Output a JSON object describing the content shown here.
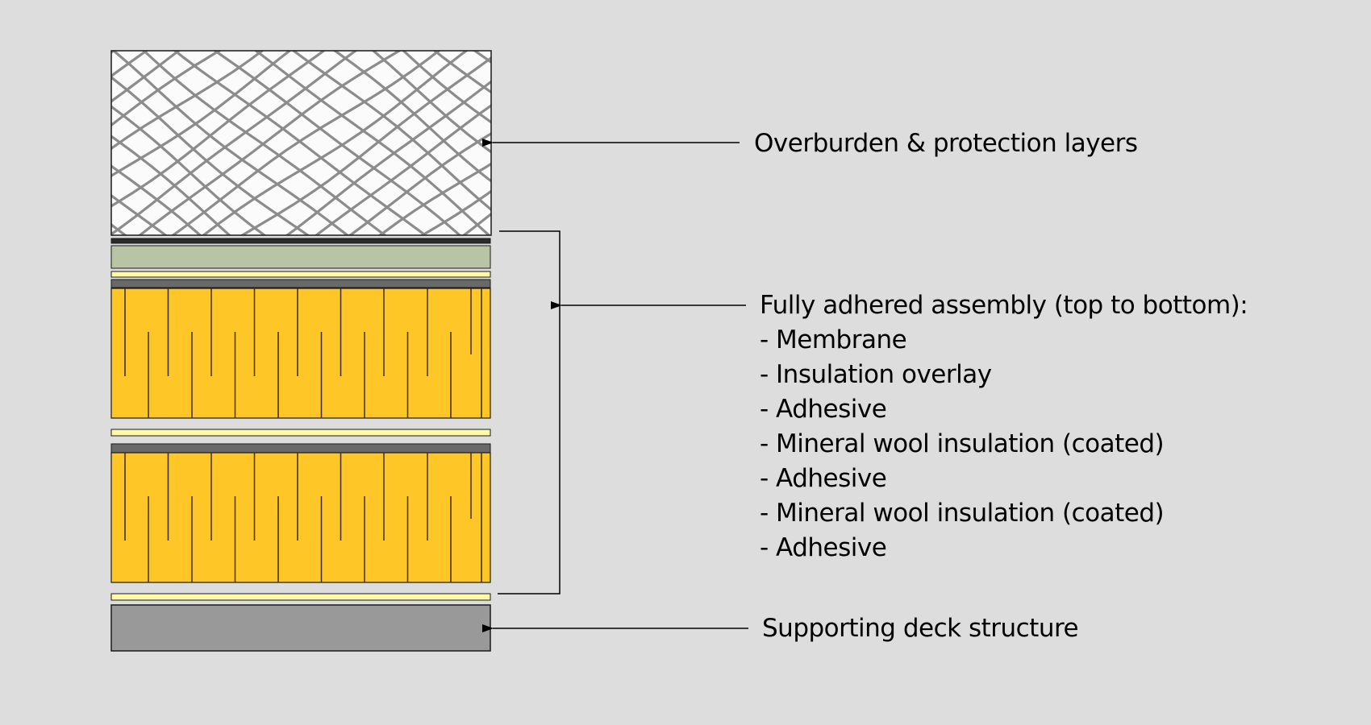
{
  "diagram": {
    "title": "Fully adhered roof assembly section",
    "colors": {
      "background": "#dddddd",
      "overburden_fill": "#fbfbfb",
      "overburden_mesh": "#8c8c8c",
      "membrane": "#2a2a2a",
      "insulation_overlay": "#b8c4a4",
      "adhesive": "#fffaaa",
      "coating": "#696969",
      "mineral_wool": "#ffc628",
      "mineral_wool_lines": "#4a3420",
      "deck": "#999999",
      "outline": "#1a1a1a"
    },
    "layers": [
      {
        "id": "overburden",
        "name": "Overburden & protection layers"
      },
      {
        "id": "membrane",
        "name": "Membrane"
      },
      {
        "id": "insulation-overlay",
        "name": "Insulation overlay"
      },
      {
        "id": "adhesive-1",
        "name": "Adhesive"
      },
      {
        "id": "mineral-wool-1",
        "name": "Mineral wool insulation (coated)"
      },
      {
        "id": "adhesive-2",
        "name": "Adhesive"
      },
      {
        "id": "mineral-wool-2",
        "name": "Mineral wool insulation (coated)"
      },
      {
        "id": "adhesive-3",
        "name": "Adhesive"
      },
      {
        "id": "deck",
        "name": "Supporting deck structure"
      }
    ],
    "labels": {
      "overburden": "Overburden & protection layers",
      "assembly_heading": "Fully adhered assembly (top to bottom):",
      "assembly_items": [
        "- Membrane",
        "- Insulation overlay",
        "- Adhesive",
        "- Mineral wool insulation (coated)",
        "- Adhesive",
        "- Mineral wool insulation (coated)",
        "- Adhesive"
      ],
      "deck": "Supporting deck structure"
    }
  }
}
